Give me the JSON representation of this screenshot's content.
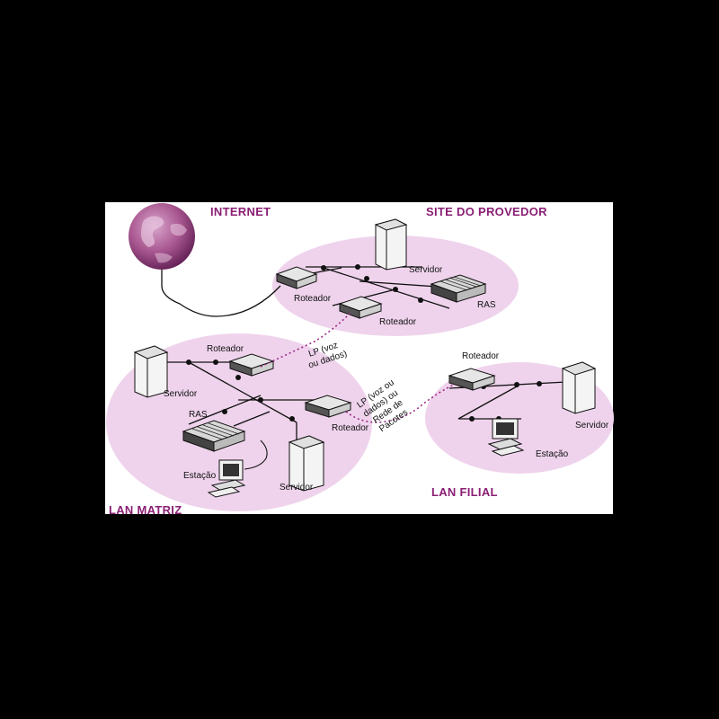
{
  "colors": {
    "background": "#000000",
    "panel": "#ffffff",
    "ellipse_fill": "#efd3ec",
    "title": "#8a1f74",
    "dotted_link": "#9b2a8a"
  },
  "titles": {
    "internet": "INTERNET",
    "site_provedor": "SITE DO PROVEDOR",
    "lan_matriz": "LAN MATRIZ",
    "lan_filial": "LAN FILIAL"
  },
  "labels": {
    "provider_servidor": "Servidor",
    "provider_roteador_1": "Roteador",
    "provider_roteador_2": "Roteador",
    "provider_ras": "RAS",
    "lp_link_1_line1": "LP (voz",
    "lp_link_1_line2": "ou dados)",
    "lp_link_2_line1": "LP (voz ou",
    "lp_link_2_line2": "dados) ou",
    "lp_link_2_line3": "Rede de",
    "lp_link_2_line4": "Pacotes",
    "matriz_roteador_1": "Roteador",
    "matriz_servidor_1": "Servidor",
    "matriz_ras": "RAS",
    "matriz_roteador_2": "Roteador",
    "matriz_estacao": "Estação",
    "matriz_servidor_2": "Servidor",
    "filial_roteador": "Roteador",
    "filial_servidor": "Servidor",
    "filial_estacao": "Estação"
  }
}
